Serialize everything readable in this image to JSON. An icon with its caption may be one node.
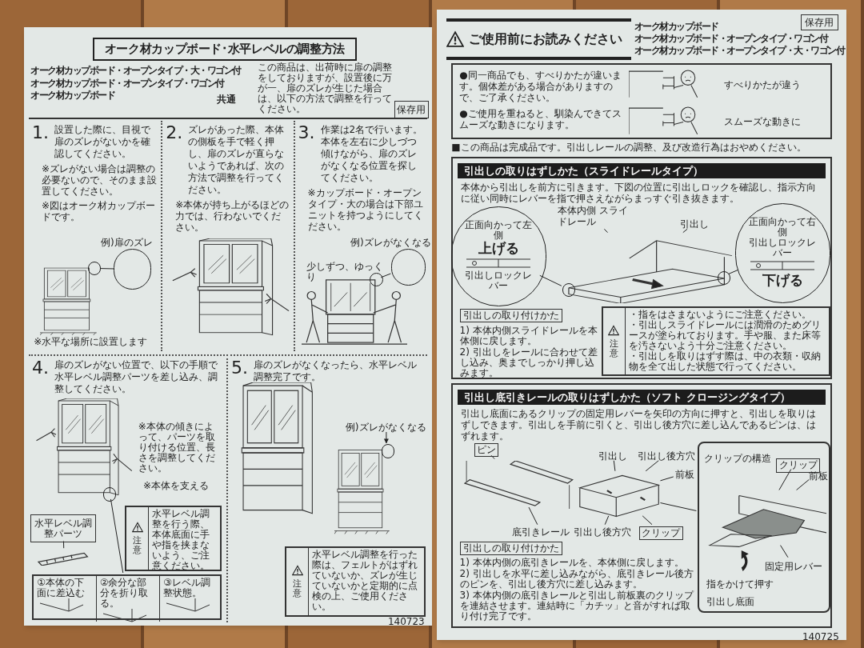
{
  "diagram": {
    "nodes": [
      {
        "text": [
          "オーク材カップボード･水平レベルの調整方法"
        ]
      },
      {
        "text": [
          "保存用"
        ]
      },
      {
        "text": [
          "1.",
          "設置した際に、目視で扉のズレがないかを確認してください。",
          "※ズレがない場合は調整の必要ないので、そのまま設置してください。",
          "※図はオーク材カップボードです。",
          "※水平な場所に設置します"
        ]
      },
      {
        "text": [],
        "shape": "circle",
        "in": 2,
        "beside": [
          "例)扉のズレ"
        ]
      },
      {
        "text": [],
        "shape": "circle",
        "in": 2
      },
      {
        "text": [
          "2.",
          "ズレがあった際、本体の側板を手で軽く押し、扉のズレが直らないようであれば、次の方法で調整を行ってください。",
          "※本体が持ち上がるほどの力では、行わないでください。"
        ]
      },
      {
        "text": [
          "3.",
          "作業は2名で行います。本体を左右に少しづつ傾けながら、扉のズレがなくなる位置を探してください。",
          "※カップボード・オープンタイプ・大の場合は下部ユニットを持つようにしてください。",
          "少しずつ、ゆっくり"
        ]
      },
      {
        "text": [],
        "shape": "circle",
        "in": 6,
        "beside": [
          "例)ズレがなくなる"
        ]
      },
      {
        "text": [],
        "shape": "circle",
        "in": 6
      },
      {
        "text": [
          "4.",
          "扉のズレがない位置で、以下の手順で水平レベル調整パーツを差し込み、調整してください。",
          "※本体の傾きによって、パーツを取り付ける位置、長さを調整してください。",
          "※本体を支える"
        ]
      },
      {
        "text": [
          "水平レベル調整パーツ"
        ],
        "in": 9
      },
      {
        "text": [],
        "shape": "circle",
        "in": 9
      },
      {
        "text": [
          "注意",
          "水平レベル調整を行う際、本体底面に手や指を挟まないよう、ご注意ください。"
        ],
        "in": 9
      },
      {
        "text": [],
        "shape": "box",
        "in": 9
      },
      {
        "text": [
          "①本体の下面に差込む"
        ],
        "in": 13
      },
      {
        "text": [
          "②余分な部分を折り取る。"
        ],
        "in": 13
      },
      {
        "text": [
          "③レベル調整状態。"
        ],
        "in": 13
      },
      {
        "text": [
          "5.",
          "扉のズレがなくなったら、水平レベル調整完了です。"
        ]
      },
      {
        "text": [
          "例)ズレがなくなる"
        ],
        "in": 17
      },
      {
        "text": [],
        "shape": "circle",
        "in": 17
      },
      {
        "text": [
          "注意",
          "水平レベル調整を行った際は、フェルトがはずれていないか、ズレが生じていないかと定期的に点検の上、ご使用ください。"
        ],
        "in": 17
      },
      {
        "text": [
          "ご使用前にお読みください"
        ]
      },
      {
        "text": [
          "保存用"
        ]
      },
      {
        "text": [
          "●同一商品でも、すべりかたが違います。個体差がある場合がありますので、ご了承ください。",
          "●ご使用を重ねると、馴染んできてスムーズな動きになります。",
          "すべりかたが違う",
          "スムーズな動きに"
        ]
      },
      {
        "text": [
          "引出しの取りはずしかた（スライドレールタイプ）",
          "本体から引出しを前方に引きます。下図の位置に引出しロックを確認し、指示方向に従い同時にレバーを指で押さえながらまっすぐ引き抜きます。",
          "1) 本体内側スライドレールを本体側に戻します。",
          "2) 引出しをレールに合わせて差し込み、奥までしっかり押し込みます。"
        ]
      },
      {
        "text": [
          "正面向かって左側",
          "上げる",
          "引出しロックレバー"
        ],
        "in": 24
      },
      {
        "text": [
          "正面向かって右側",
          "引出しロックレバー",
          "下げる"
        ],
        "in": 24
      },
      {
        "text": [],
        "shape": "circle",
        "in": 50
      },
      {
        "text": [],
        "shape": "circle",
        "in": 50
      },
      {
        "text": [
          "本体内側 スライドレール"
        ],
        "in": 24
      },
      {
        "text": [
          "引出し"
        ],
        "in": 24
      },
      {
        "text": [
          "注意",
          "・指をはさまないようにご注意ください。",
          "・引出しスライドレールには潤滑のためグリースが塗られております。手や服、また床等を汚さないよう十分ご注意ください。",
          "・引出しを取りはずす際は、中の衣類・収納物を全て出した状態で行ってください。"
        ],
        "in": 24
      },
      {
        "text": [
          "引出しの取り付けかた"
        ],
        "in": 24
      },
      {
        "text": [
          "引出し底引きレールの取りはずしかた（ソフト クロージングタイプ）",
          "引出し底面にあるクリップの固定用レバーを矢印の方向に押すと、引出しを取りはずしできます。引出しを手前に引くと、引出し後方穴に差し込んであるピンは、はずれます。",
          "1) 本体内側の底引きレールを、本体側に戻します。",
          "2) 引出しを水平に差し込みながら、底引きレール後方のピンを、引出し後方穴に差し込みます。",
          "3) 本体内側の底引きレールと引出し前板裏のクリップを連結させます。連結時に「カチッ」と音がすれば取り付け完了です。"
        ]
      },
      {
        "text": [
          "ピン"
        ],
        "in": 33
      },
      {
        "text": [
          "引出し"
        ],
        "in": 33
      },
      {
        "text": [
          "引出し後方穴"
        ],
        "in": 33
      },
      {
        "text": [
          "前板"
        ],
        "in": 33
      },
      {
        "text": [
          "引出し後方穴"
        ],
        "in": 33
      },
      {
        "text": [
          "底引きレール"
        ],
        "in": 33
      },
      {
        "text": [
          "クリップ"
        ],
        "in": 33
      },
      {
        "text": [
          "クリップの構造",
          "指をかけて押す",
          "引出し底面"
        ],
        "in": 33
      },
      {
        "text": [
          "クリップ"
        ],
        "in": 41
      },
      {
        "text": [
          "前板"
        ],
        "in": 41
      },
      {
        "text": [
          "固定用レバー"
        ],
        "in": 41
      },
      {
        "text": [
          "引出しの取り付けかた"
        ],
        "in": 33
      },
      {
        "text": [],
        "shape": "picture",
        "in": 9
      },
      {
        "text": [],
        "shape": "picture",
        "in": 33
      },
      {
        "text": [],
        "shape": "picture",
        "in": 41
      },
      {
        "text": [],
        "shape": "picture",
        "in": 33
      },
      {
        "text": [],
        "shape": "picture",
        "in": 24
      }
    ],
    "edges": [
      {
        "from": 3,
        "to": 4,
        "arrow": "none"
      },
      {
        "from": 7,
        "to": 8,
        "arrow": "none"
      },
      {
        "from": 10,
        "to": 46,
        "arrow": "none"
      },
      {
        "from": 11,
        "to": 13,
        "arrow": "none"
      },
      {
        "from": 18,
        "to": 19,
        "arrow": "to"
      },
      {
        "from": 25,
        "to": 27,
        "arrow": "none"
      },
      {
        "from": 26,
        "to": 28,
        "arrow": "none"
      },
      {
        "from": 29,
        "to": 50,
        "arrow": "none"
      },
      {
        "from": 30,
        "to": 50,
        "arrow": "none"
      },
      {
        "from": 34,
        "to": 47,
        "arrow": "none"
      },
      {
        "from": 35,
        "to": 49,
        "arrow": "none"
      },
      {
        "from": 36,
        "to": 49,
        "arrow": "none"
      },
      {
        "from": 37,
        "to": 49,
        "arrow": "none"
      },
      {
        "from": 38,
        "to": 49,
        "arrow": "none"
      },
      {
        "from": 39,
        "to": 47,
        "arrow": "none"
      },
      {
        "from": 40,
        "to": 49,
        "arrow": "none"
      },
      {
        "from": 49,
        "to": 41,
        "arrow": "none"
      },
      {
        "from": 42,
        "to": 48,
        "arrow": "none"
      },
      {
        "from": 43,
        "to": 48,
        "arrow": "none"
      },
      {
        "from": 44,
        "to": 48,
        "arrow": "none"
      }
    ],
    "labels": [
      "オーク材カップボード・オープンタイプ・大・ワゴン付",
      "オーク材カップボード・オープンタイプ・ワゴン付",
      "オーク材カップボード",
      "共通",
      "この商品は、出荷時に扉の調整をしておりますが、設置後に万が一、扉のズレが生じた場合は、以下の方法で調整を行ってください。",
      "140723",
      "オーク材カップボード",
      "オーク材カップボード・オープンタイプ・ワゴン付",
      "オーク材カップボード・オープンタイプ・大・ワゴン付",
      "■この商品は完成品です。引出しレールの調整、及び改造行為はおやめください。",
      "140725"
    ]
  }
}
